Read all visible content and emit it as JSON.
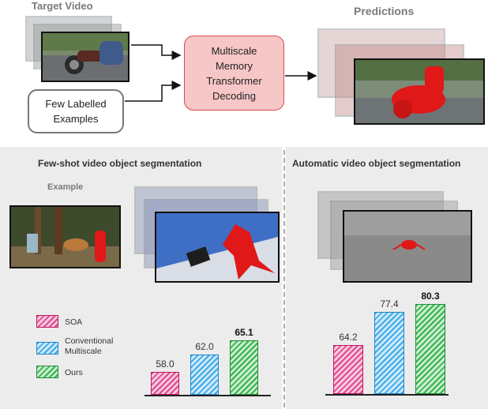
{
  "top": {
    "target_label": "Target Video",
    "predictions_label": "Predictions",
    "few_labelled": "Few Labelled\nExamples",
    "decoder": "Multiscale\nMemory\nTransformer\nDecoding"
  },
  "few_shot": {
    "title": "Few-shot video object segmentation",
    "example_label": "Example",
    "legend": [
      {
        "key": "soa",
        "label": "SOA"
      },
      {
        "key": "conv",
        "label": "Conventional\nMultiscale"
      },
      {
        "key": "ours",
        "label": "Ours"
      }
    ]
  },
  "automatic": {
    "title": "Automatic video object segmentation"
  },
  "chart_data": [
    {
      "type": "bar",
      "categories": [
        "SOA",
        "Conventional Multiscale",
        "Ours"
      ],
      "values": [
        58.0,
        62.0,
        65.1
      ],
      "labels": [
        "58.0",
        "62.0",
        "65.1"
      ],
      "title": "Few-shot video object segmentation"
    },
    {
      "type": "bar",
      "categories": [
        "SOA",
        "Conventional Multiscale",
        "Ours"
      ],
      "values": [
        64.2,
        77.4,
        80.3
      ],
      "labels": [
        "64.2",
        "77.4",
        "80.3"
      ],
      "title": "Automatic video object segmentation"
    }
  ],
  "colors": {
    "soa": "#e0488f",
    "conv": "#3fa9e8",
    "ours": "#35b34a",
    "decoder_fill": "#f7c6c6",
    "decoder_border": "#d94a4a",
    "mask": "#e01818"
  }
}
